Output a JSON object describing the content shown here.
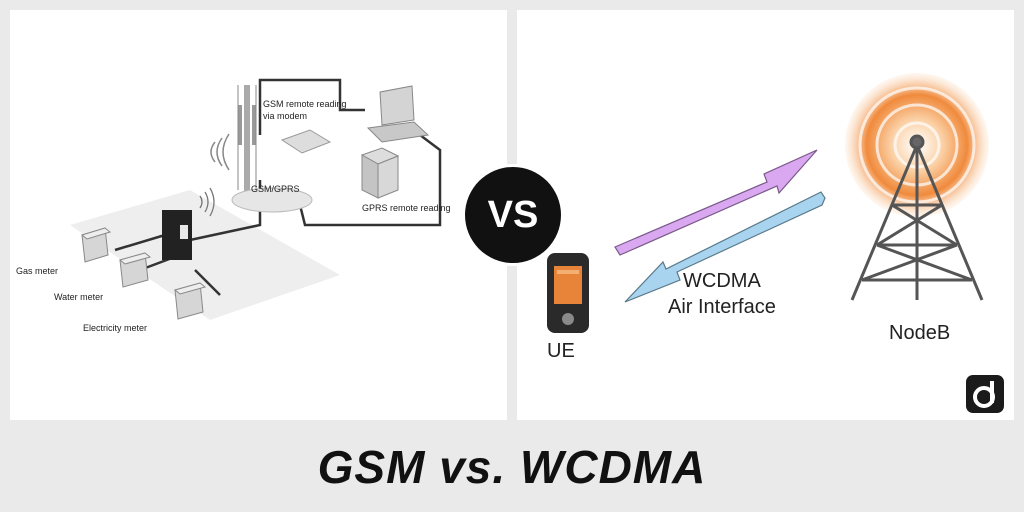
{
  "title": "GSM vs. WCDMA",
  "vs_badge": "VS",
  "left_diagram": {
    "labels": {
      "gsm_remote": "GSM remote reading\nvia modem",
      "gsm_gprs": "GSM/GPRS",
      "gprs_remote": "GPRS remote reading",
      "gas_meter": "Gas meter",
      "water_meter": "Water meter",
      "electricity_meter": "Electricity meter"
    }
  },
  "right_diagram": {
    "labels": {
      "air_interface": "WCDMA\nAir Interface",
      "ue": "UE",
      "nodeb": "NodeB"
    },
    "colors": {
      "uplink_arrow": "#d9a8f0",
      "downlink_arrow": "#a8d4f0",
      "tower_glow": "#f08a3c"
    }
  },
  "brand_logo_icon": "d-logo-icon"
}
